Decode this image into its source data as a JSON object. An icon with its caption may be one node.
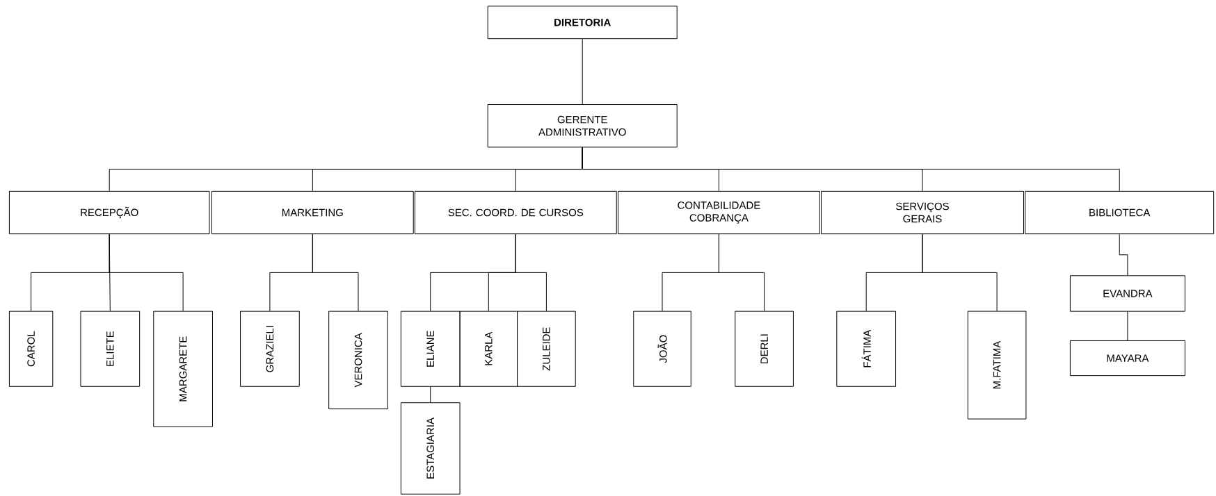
{
  "diagram": {
    "nodes": [
      {
        "text": [
          "DIRETORIA"
        ]
      },
      {
        "text": [
          "GERENTE ADMINISTRATIVO"
        ]
      },
      {
        "text": [
          "RECEPÇÃO"
        ]
      },
      {
        "text": [
          "MARKETING"
        ]
      },
      {
        "text": [
          "SEC. COORD. DE CURSOS"
        ]
      },
      {
        "text": [
          "CONTABILIDADE COBRANÇA"
        ]
      },
      {
        "text": [
          "SERVIÇOS GERAIS"
        ]
      },
      {
        "text": [
          "BIBLIOTECA"
        ]
      },
      {
        "text": [
          "CAROL"
        ]
      },
      {
        "text": [
          "ELIETE"
        ]
      },
      {
        "text": [
          "MARGARETE"
        ]
      },
      {
        "text": [
          "GRAZIELI"
        ]
      },
      {
        "text": [
          "VERONICA"
        ]
      },
      {
        "text": [
          "ELIANE"
        ]
      },
      {
        "text": [
          "KARLA"
        ]
      },
      {
        "text": [
          "ZULEIDE"
        ]
      },
      {
        "text": [
          "ESTAGIARIA"
        ]
      },
      {
        "text": [
          "JOÃO"
        ]
      },
      {
        "text": [
          "DERLI"
        ]
      },
      {
        "text": [
          "FÁTIMA"
        ]
      },
      {
        "text": [
          "M.FATIMA"
        ]
      },
      {
        "text": [
          "EVANDRA"
        ]
      },
      {
        "text": [
          "MAYARA"
        ]
      }
    ],
    "edges": [
      {
        "from": 0,
        "to": 1,
        "arrow": "none"
      },
      {
        "from": 1,
        "to": 2,
        "arrow": "none"
      },
      {
        "from": 1,
        "to": 3,
        "arrow": "none"
      },
      {
        "from": 1,
        "to": 4,
        "arrow": "none"
      },
      {
        "from": 1,
        "to": 5,
        "arrow": "none"
      },
      {
        "from": 1,
        "to": 6,
        "arrow": "none"
      },
      {
        "from": 1,
        "to": 7,
        "arrow": "none"
      },
      {
        "from": 2,
        "to": 8,
        "arrow": "none"
      },
      {
        "from": 2,
        "to": 9,
        "arrow": "none"
      },
      {
        "from": 2,
        "to": 10,
        "arrow": "none"
      },
      {
        "from": 3,
        "to": 11,
        "arrow": "none"
      },
      {
        "from": 3,
        "to": 12,
        "arrow": "none"
      },
      {
        "from": 4,
        "to": 13,
        "arrow": "none"
      },
      {
        "from": 4,
        "to": 14,
        "arrow": "none"
      },
      {
        "from": 4,
        "to": 15,
        "arrow": "none"
      },
      {
        "from": 13,
        "to": 16,
        "arrow": "none"
      },
      {
        "from": 5,
        "to": 17,
        "arrow": "none"
      },
      {
        "from": 5,
        "to": 18,
        "arrow": "none"
      },
      {
        "from": 6,
        "to": 19,
        "arrow": "none"
      },
      {
        "from": 6,
        "to": 20,
        "arrow": "none"
      },
      {
        "from": 7,
        "to": 21,
        "arrow": "none"
      },
      {
        "from": 21,
        "to": 22,
        "arrow": "none"
      }
    ]
  }
}
